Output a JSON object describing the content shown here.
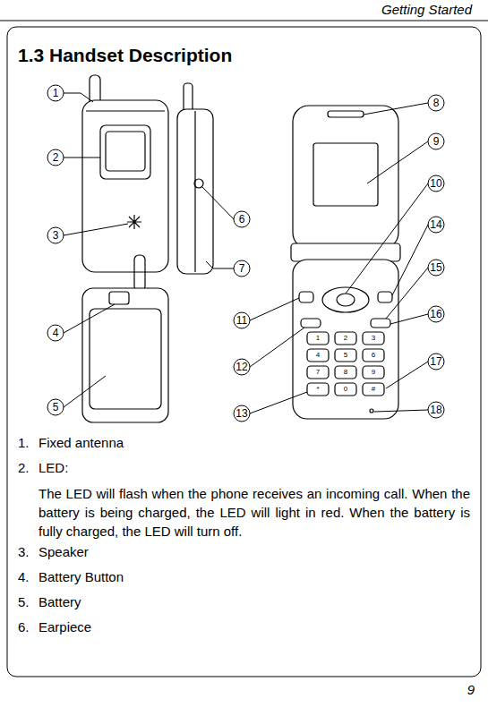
{
  "diagram": {
    "title": "1.3 Handset Description",
    "labels": [
      "Getting Started",
      "1",
      "2",
      "3",
      "4",
      "5",
      "6",
      "7",
      "8",
      "9",
      "10",
      "11",
      "12",
      "13",
      "14",
      "15",
      "16",
      "17",
      "18",
      "1.",
      "Fixed antenna",
      "2.",
      "LED:",
      "The LED will flash when the phone receives an incoming call. When the battery is being charged, the LED will light in red. When the battery is fully charged, the LED will turn off.",
      "3.",
      "Speaker",
      "4.",
      "Battery Button",
      "5.",
      "Battery",
      "6.",
      "Earpiece",
      "9",
      "1",
      "2",
      "3",
      "4",
      "5",
      "6",
      "7",
      "8",
      "9",
      "*",
      "0",
      "#"
    ]
  }
}
